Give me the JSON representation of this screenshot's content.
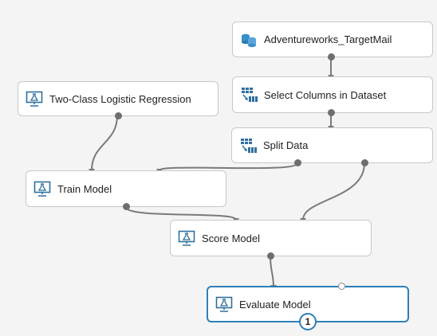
{
  "nodes": {
    "adventureworks": {
      "label": "Adventureworks_TargetMail",
      "icon": "database-icon"
    },
    "select_columns": {
      "label": "Select Columns in Dataset",
      "icon": "table-transform-icon"
    },
    "split_data": {
      "label": "Split Data",
      "icon": "table-transform-icon"
    },
    "logistic_regression": {
      "label": "Two-Class Logistic Regression",
      "icon": "flask-monitor-icon"
    },
    "train_model": {
      "label": "Train Model",
      "icon": "flask-monitor-icon"
    },
    "score_model": {
      "label": "Score Model",
      "icon": "flask-monitor-icon"
    },
    "evaluate_model": {
      "label": "Evaluate Model",
      "icon": "flask-monitor-icon",
      "badge": "1",
      "selected": true
    }
  },
  "colors": {
    "accent": "#2d7fb8",
    "icon_blue": "#3a8fc9",
    "wire": "#7a7a7a"
  }
}
